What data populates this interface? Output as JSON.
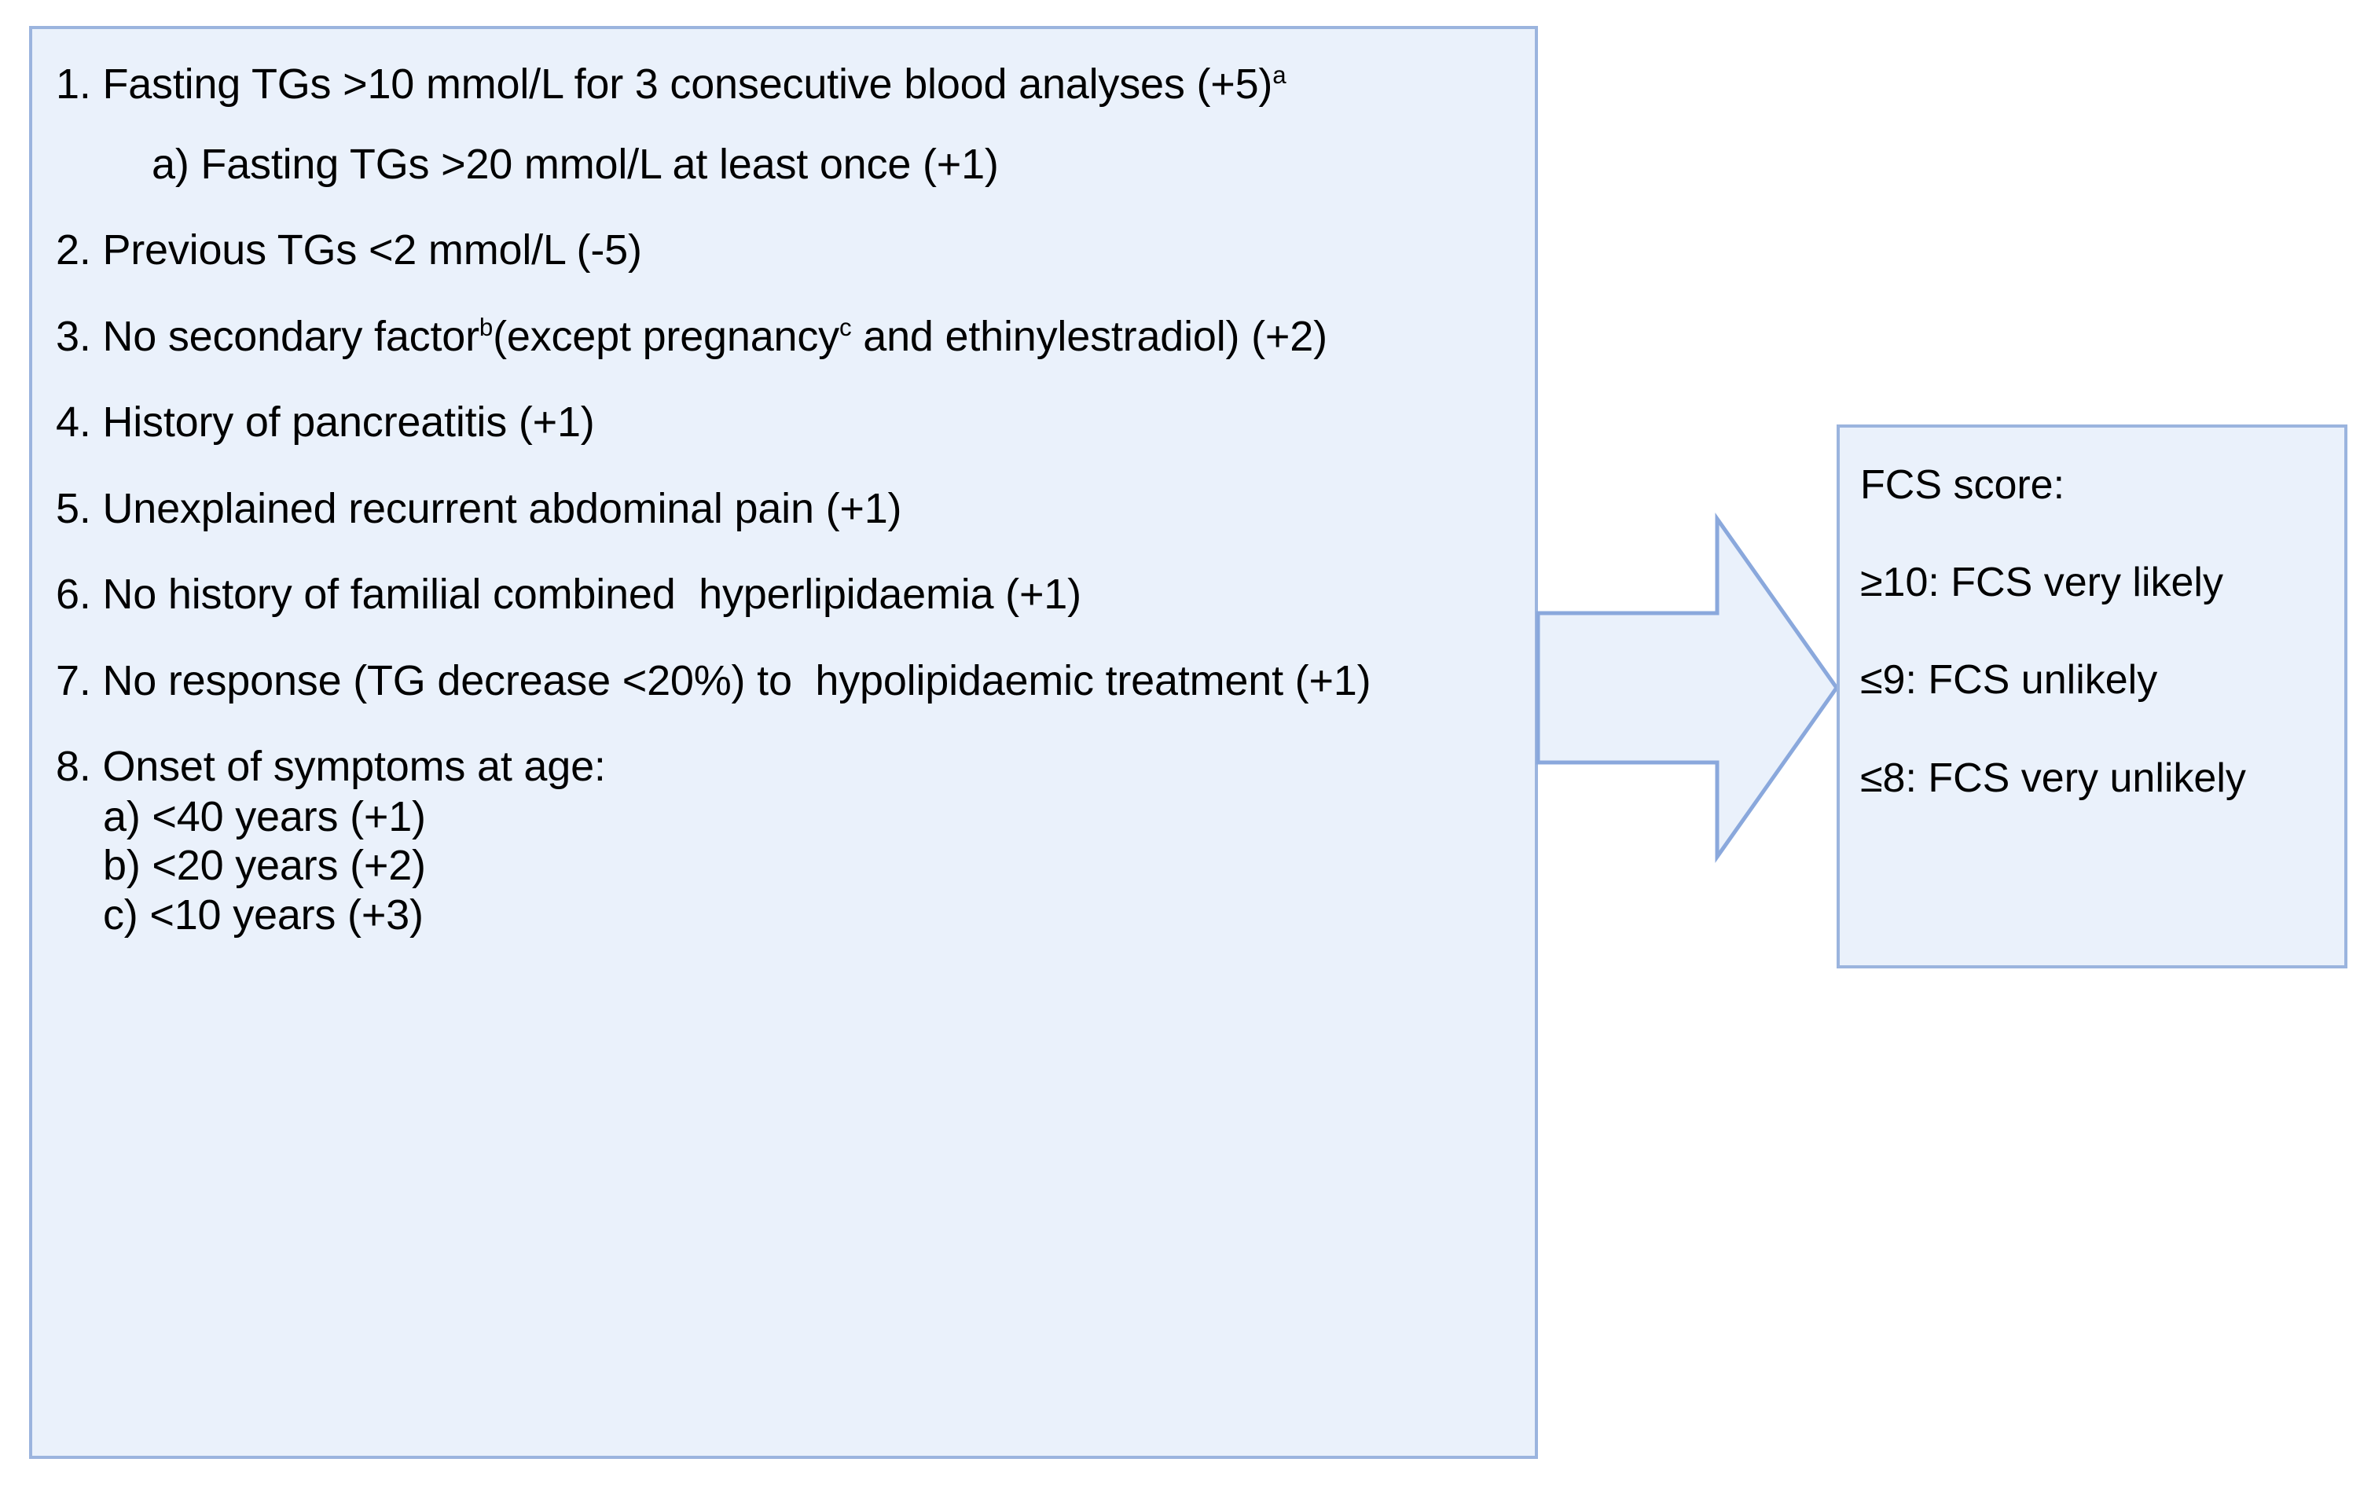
{
  "diagram": {
    "type": "flowchart",
    "colors": {
      "box_fill": "#eaf1fb",
      "box_border": "#9bb4de",
      "arrow_fill": "#eaf1fb",
      "arrow_border": "#8aa8dc",
      "text": "#000000"
    }
  },
  "criteria_box": {
    "items": [
      {
        "id": "item-1",
        "text": "1. Fasting TGs >10 mmol/L for 3 consecutive blood analyses (+5)",
        "sup": "a"
      },
      {
        "id": "item-1a",
        "text": "a) Fasting TGs >20 mmol/L at least once (+1)",
        "sup": ""
      },
      {
        "id": "item-2",
        "text": "2. Previous TGs <2 mmol/L (-5)",
        "sup": ""
      },
      {
        "id": "item-3-p1",
        "text": "3. No secondary factor",
        "sup": "b"
      },
      {
        "id": "item-3-p2",
        "text": "(except pregnancy",
        "sup": "c"
      },
      {
        "id": "item-3-p3",
        "text": " and ethinylestradiol) (+2)",
        "sup": ""
      },
      {
        "id": "item-4",
        "text": "4. History of pancreatitis (+1)",
        "sup": ""
      },
      {
        "id": "item-5",
        "text": "5. Unexplained recurrent abdominal pain (+1)",
        "sup": ""
      },
      {
        "id": "item-6",
        "text": "6. No history of familial combined  hyperlipidaemia (+1)",
        "sup": ""
      },
      {
        "id": "item-7",
        "text": "7. No response (TG decrease <20%) to  hypolipidaemic treatment (+1)",
        "sup": ""
      },
      {
        "id": "item-8",
        "text": "8. Onset of symptoms at age:",
        "sup": ""
      },
      {
        "id": "item-8a",
        "text": "a) <40 years (+1)",
        "sup": ""
      },
      {
        "id": "item-8b",
        "text": "b) <20 years (+2)",
        "sup": ""
      },
      {
        "id": "item-8c",
        "text": "c) <10 years (+3)",
        "sup": ""
      }
    ]
  },
  "score_box": {
    "heading": "FCS score:",
    "levels": [
      {
        "id": "score-very-likely",
        "text": "≥10: FCS very likely"
      },
      {
        "id": "score-unlikely",
        "text": "≤9: FCS unlikely"
      },
      {
        "id": "score-very-unlikely",
        "text": "≤8: FCS very unlikely"
      }
    ]
  },
  "arrow": {
    "name": "right-block-arrow",
    "direction": "right"
  }
}
